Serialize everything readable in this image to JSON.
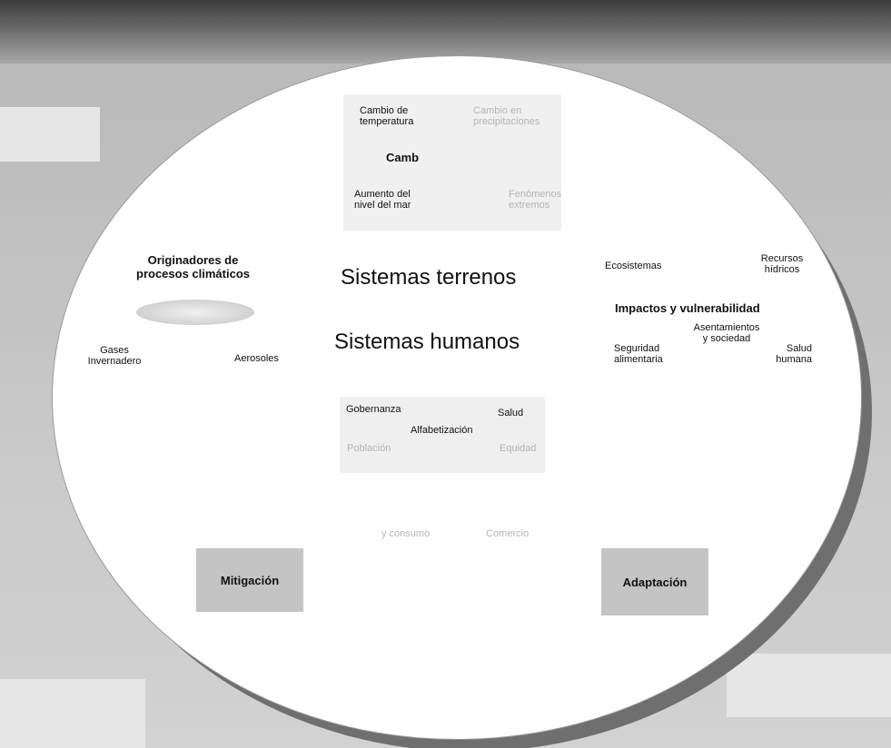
{
  "climate": {
    "temp_change": "Cambio de\ntemperatura",
    "precip_change_faint": "Cambio en\nprecipitaciones",
    "change_title_partial": "Camb",
    "sea_level": "Aumento del\nnivel del mar",
    "extremes_faint": "Fenómenos\nextremos"
  },
  "drivers": {
    "title": "Originadores de\nprocesos climáticos",
    "ghg": "Gases\nInvernadero",
    "aerosols": "Aerosoles"
  },
  "center": {
    "earth_systems": "Sistemas terrenos",
    "human_systems": "Sistemas humanos"
  },
  "impacts": {
    "ecosystems": "Ecosistemas",
    "water": "Recursos\nhídricos",
    "title": "Impactos y vulnerabilidad",
    "settlements": "Asentamientos\ny sociedad",
    "food": "Seguridad\nalimentaria",
    "health": "Salud\nhumana"
  },
  "socio": {
    "governance": "Gobernanza",
    "health": "Salud",
    "literacy": "Alfabetización",
    "population_faint": "Población",
    "equity_faint": "Equidad",
    "consumption_faint": "y consumo",
    "trade_faint": "Comercio"
  },
  "responses": {
    "mitigation": "Mitigación",
    "adaptation": "Adaptación"
  }
}
